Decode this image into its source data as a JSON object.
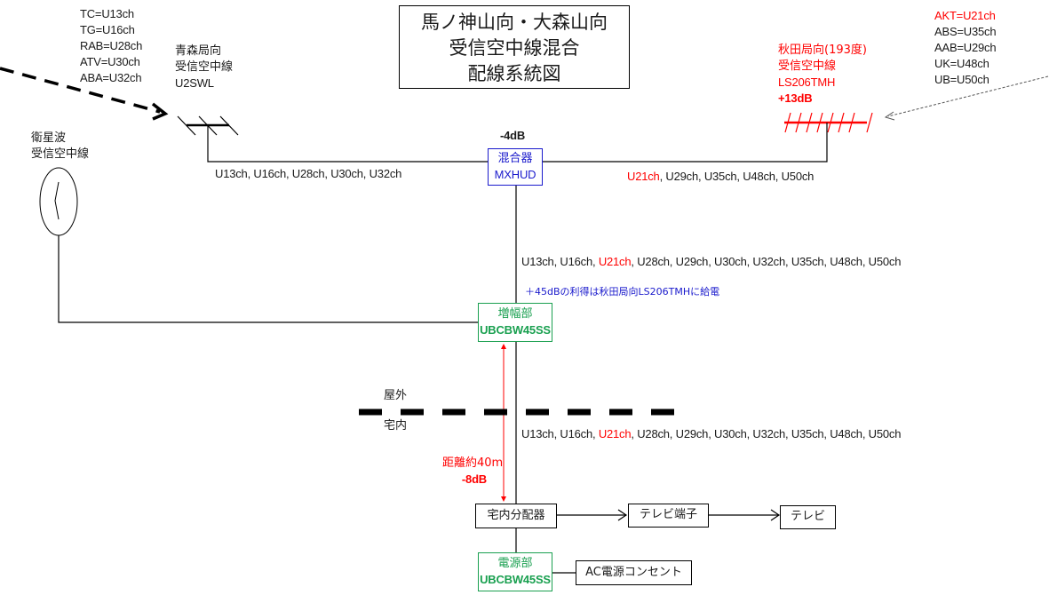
{
  "title": {
    "line1": "馬ノ神山向・大森山向",
    "line2": "受信空中線混合",
    "line3": "配線系統図"
  },
  "aomori_channels": [
    "TC=U13ch",
    "TG=U16ch",
    "RAB=U28ch",
    "ATV=U30ch",
    "ABA=U32ch"
  ],
  "aomori_antenna": {
    "line1": "青森局向",
    "line2": "受信空中線",
    "line3": "U2SWL"
  },
  "akita_channels": [
    {
      "text": "AKT=U21ch",
      "color": "#ff0000"
    },
    {
      "text": "ABS=U35ch",
      "color": "#1a1a1a"
    },
    {
      "text": "AAB=U29ch",
      "color": "#1a1a1a"
    },
    {
      "text": "UK=U48ch",
      "color": "#1a1a1a"
    },
    {
      "text": "UB=U50ch",
      "color": "#1a1a1a"
    }
  ],
  "akita_antenna": {
    "line1": "秋田局向(193度)",
    "line2": "受信空中線",
    "line3": "LS206TMH",
    "gain": "+13dB",
    "color": "#ff0000"
  },
  "satellite_antenna": {
    "line1": "衛星波",
    "line2": "受信空中線"
  },
  "mixer": {
    "loss": "-4dB",
    "name": "混合器",
    "model": "MXHUD",
    "color": "#1a1acc"
  },
  "left_feed_channels": "U13ch, U16ch, U28ch, U30ch, U32ch",
  "right_feed_channels": {
    "highlight": "U21ch",
    "rest": ", U29ch, U35ch, U48ch, U50ch"
  },
  "mixed_channels": {
    "before": "U13ch, U16ch, ",
    "highlight": "U21ch",
    "after": ", U28ch, U29ch, U30ch, U32ch, U35ch, U48ch, U50ch"
  },
  "power_note": "＋45dBの利得は秋田局向LS206TMHに給電",
  "amplifier": {
    "name": "増幅部",
    "model": "UBCBW45SS",
    "color": "#1aa050"
  },
  "boundary": {
    "outdoor": "屋外",
    "indoor": "宅内"
  },
  "cable": {
    "distance": "距離約40m",
    "loss": "-8dB",
    "color": "#ff0000"
  },
  "splitter": "宅内分配器",
  "tv_outlet": "テレビ端子",
  "tv": "テレビ",
  "power_unit": {
    "name": "電源部",
    "model": "UBCBW45SS",
    "color": "#1aa050"
  },
  "ac_outlet": "AC電源コンセント"
}
